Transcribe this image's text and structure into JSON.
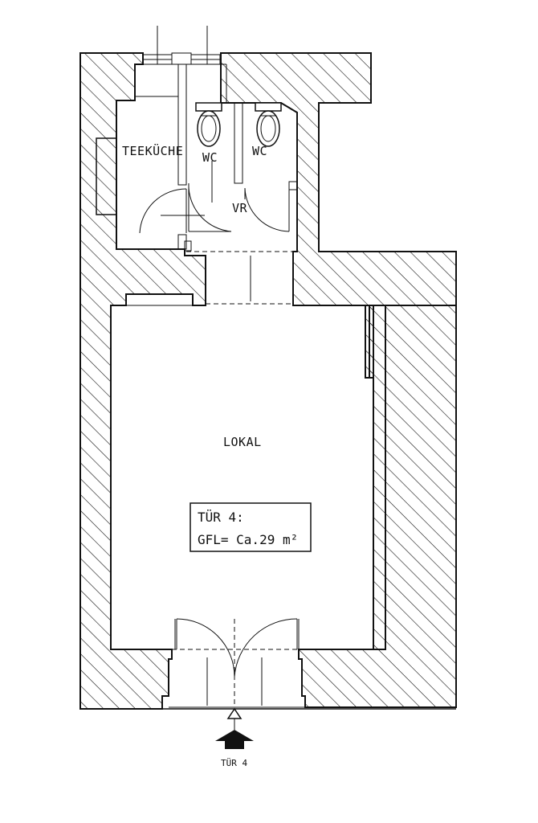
{
  "rooms": {
    "teekueche": "TEEKÜCHE",
    "wc_left": "WC",
    "wc_right": "WC",
    "vr": "VR",
    "lokal": "LOKAL"
  },
  "info_box": {
    "line1": "TÜR 4:",
    "line2": "GFL= Ca.29 m²"
  },
  "entrance": {
    "label": "TÜR 4"
  }
}
